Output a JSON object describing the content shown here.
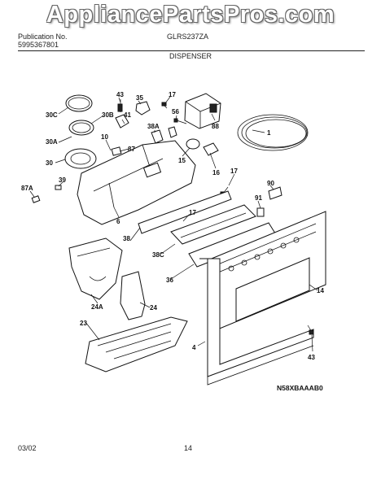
{
  "watermark": "AppliancePartsPros.com",
  "header": {
    "pubno_label": "Publication No.",
    "pubno_value": "5995367801",
    "model": "GLRS237ZA",
    "section_title": "DISPENSER"
  },
  "diagram": {
    "code": "N58XBAAAB0",
    "labels": [
      "30C",
      "43",
      "35",
      "17",
      "88",
      "56",
      "30B",
      "41",
      "38A",
      "1",
      "30A",
      "10",
      "87",
      "15",
      "30",
      "16",
      "17",
      "39",
      "90",
      "87A",
      "91",
      "17",
      "6",
      "38",
      "38C",
      "36",
      "14",
      "24A",
      "24",
      "23",
      "4",
      "43"
    ]
  },
  "footer": {
    "date": "03/02",
    "page": "14"
  }
}
